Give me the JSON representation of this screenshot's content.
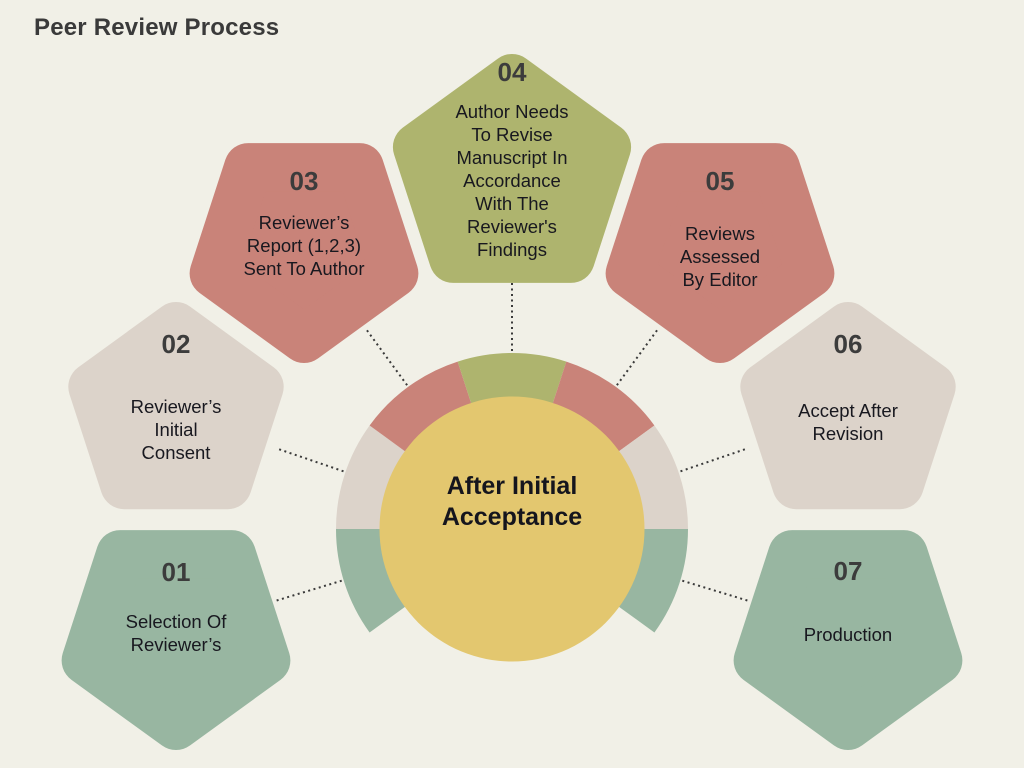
{
  "title": "Peer Review Process",
  "center": {
    "label": "After Initial\nAcceptance",
    "color": "#e3c76f",
    "text_color": "#15151d"
  },
  "colors": {
    "background": "#f1f0e7",
    "connector_line": "#3a3a3a",
    "number_text": "#3c3c3c",
    "label_text": "#18181f",
    "title_text": "#3a3a3a"
  },
  "steps": [
    {
      "number": "01",
      "label": "Selection Of\nReviewer’s",
      "color": "#98b6a1"
    },
    {
      "number": "02",
      "label": "Reviewer’s\nInitial\nConsent",
      "color": "#dcd3ca"
    },
    {
      "number": "03",
      "label": "Reviewer’s\nReport (1,2,3)\nSent To Author",
      "color": "#c98379"
    },
    {
      "number": "04",
      "label": "Author Needs\nTo Revise\nManuscript In\nAccordance\nWith The\nReviewer's\nFindings",
      "color": "#aeb46e"
    },
    {
      "number": "05",
      "label": "Reviews\nAssessed\nBy Editor",
      "color": "#c98379"
    },
    {
      "number": "06",
      "label": "Accept After\nRevision",
      "color": "#dcd3ca"
    },
    {
      "number": "07",
      "label": "Production",
      "color": "#98b6a1"
    }
  ],
  "ring_segments": [
    "#98b6a1",
    "#dcd3ca",
    "#c98379",
    "#aeb46e",
    "#c98379",
    "#dcd3ca",
    "#98b6a1"
  ]
}
